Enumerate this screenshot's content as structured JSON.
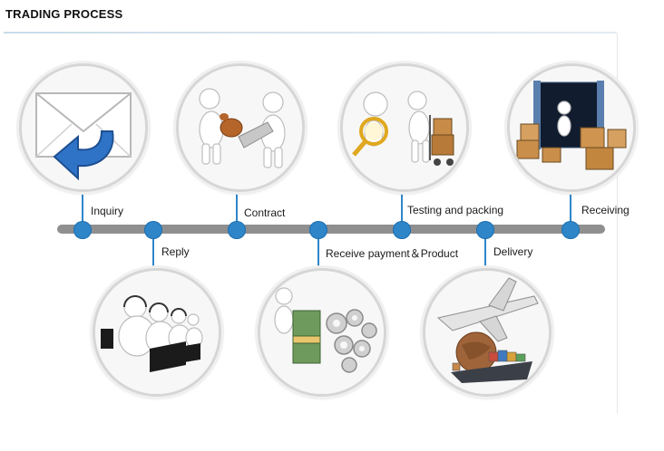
{
  "header": {
    "title": "TRADING PROCESS"
  },
  "steps": [
    {
      "label": "Inquiry",
      "icon": "envelope-reply-icon"
    },
    {
      "label": "Reply",
      "icon": "call-center-icon"
    },
    {
      "label": "Contract",
      "icon": "contract-handshake-icon"
    },
    {
      "label": "Receive payment＆Product",
      "icon": "money-gears-icon"
    },
    {
      "label": "Testing and packing",
      "icon": "inspection-packing-icon"
    },
    {
      "label": "Delivery",
      "icon": "shipping-plane-icon"
    },
    {
      "label": "Receiving",
      "icon": "container-boxes-icon"
    }
  ],
  "colors": {
    "accent": "#2e86c9",
    "bar": "#8f8f8f",
    "rule": "#c9dbe9"
  }
}
